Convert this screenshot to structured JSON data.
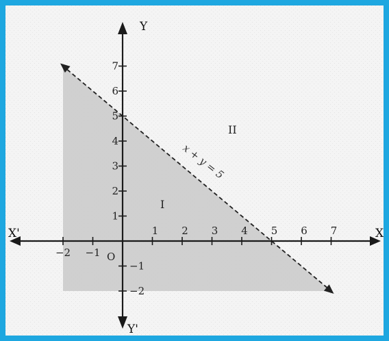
{
  "diagram": {
    "axes": {
      "x_positive": "X",
      "x_negative": "X'",
      "y_positive": "Y",
      "y_negative": "Y'",
      "origin": "O"
    },
    "x_ticks": [
      {
        "value": -2,
        "label": "−2"
      },
      {
        "value": -1,
        "label": "−1"
      },
      {
        "value": 1,
        "label": "1"
      },
      {
        "value": 2,
        "label": "2"
      },
      {
        "value": 3,
        "label": "3"
      },
      {
        "value": 4,
        "label": "4"
      },
      {
        "value": 5,
        "label": "5"
      },
      {
        "value": 6,
        "label": "6"
      },
      {
        "value": 7,
        "label": "7"
      }
    ],
    "y_ticks": [
      {
        "value": 7,
        "label": "7"
      },
      {
        "value": 6,
        "label": "6"
      },
      {
        "value": 5,
        "label": "5"
      },
      {
        "value": 4,
        "label": "4"
      },
      {
        "value": 3,
        "label": "3"
      },
      {
        "value": 2,
        "label": "2"
      },
      {
        "value": 1,
        "label": "1"
      },
      {
        "value": -1,
        "label": "−1"
      },
      {
        "value": -2,
        "label": "−2"
      }
    ],
    "line": {
      "label": "x + y = 5",
      "from": [
        -2,
        7
      ],
      "to": [
        7,
        -2
      ],
      "style": "dashed"
    },
    "shaded_region": {
      "label": "I",
      "vertices": [
        [
          -2,
          7
        ],
        [
          7,
          -2
        ],
        [
          -2,
          -2
        ]
      ],
      "color": "#c9c9c9"
    },
    "unshaded_region": {
      "label": "II"
    },
    "colors": {
      "border": "#1ea7e0",
      "shade": "#c9c9c9",
      "axis": "#1a1a1a"
    }
  }
}
